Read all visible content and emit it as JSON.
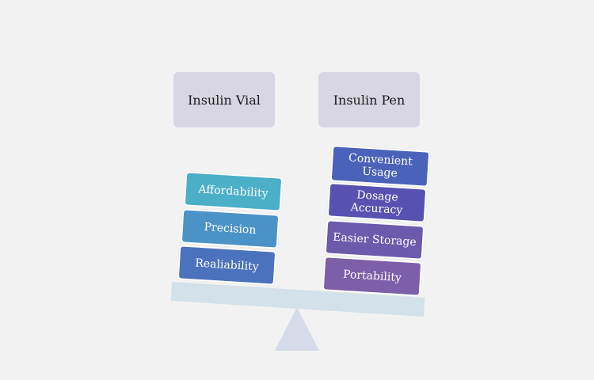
{
  "headers": {
    "left": "Insulin Vial",
    "right": "Insulin Pen"
  },
  "left_items": [
    "Affordability",
    "Precision",
    "Realiability"
  ],
  "right_items": [
    "Convenient Usage",
    "Dosage Accuracy",
    "Easier Storage",
    "Portability"
  ],
  "colors": {
    "background": "#f2f2f2",
    "header_box": "#d9d6e4",
    "beam": "#d3e1e8",
    "fulcrum": "#d5dbe8",
    "left_blocks": [
      "#4bafc8",
      "#4b93c6",
      "#4b72bd"
    ],
    "right_blocks": [
      "#4b62bb",
      "#5752b2",
      "#6c5aad",
      "#7d5ea8"
    ]
  }
}
